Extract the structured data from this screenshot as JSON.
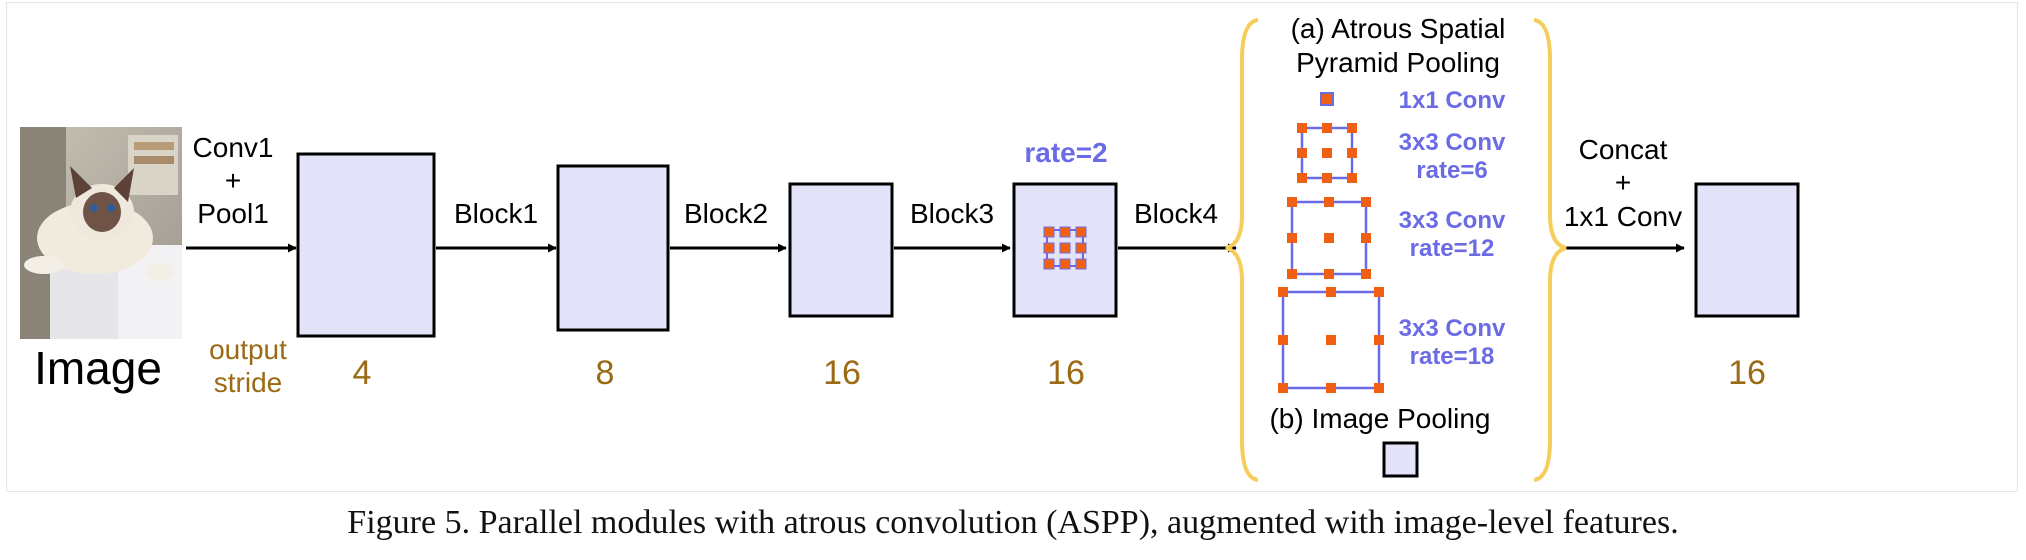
{
  "image_label": "Image",
  "conv1_lines": [
    "Conv1",
    "+",
    "Pool1"
  ],
  "output_stride_lines": [
    "output",
    "stride"
  ],
  "blocks": [
    "Block1",
    "Block2",
    "Block3",
    "Block4"
  ],
  "strides": [
    "4",
    "8",
    "16",
    "16",
    "16"
  ],
  "rate_label": "rate=2",
  "aspp": {
    "title_lines": [
      "(a) Atrous Spatial",
      "Pyramid Pooling"
    ],
    "branches": [
      {
        "name": "1x1 Conv",
        "rate": ""
      },
      {
        "name": "3x3 Conv",
        "rate": "rate=6"
      },
      {
        "name": "3x3 Conv",
        "rate": "rate=12"
      },
      {
        "name": "3x3 Conv",
        "rate": "rate=18"
      }
    ],
    "pooling_label": "(b) Image Pooling"
  },
  "concat_lines": [
    "Concat",
    "+",
    "1x1 Conv"
  ],
  "caption": "Figure 5. Parallel modules with atrous convolution (ASPP), augmented with image-level features.",
  "colors": {
    "box_fill": "#e3e3fa",
    "stroke": "#000000",
    "accent_blue": "#6b6be6",
    "stride_gold": "#9a6a14",
    "kernel_orange": "#f06014",
    "brace_yellow": "#f4cd5a"
  }
}
